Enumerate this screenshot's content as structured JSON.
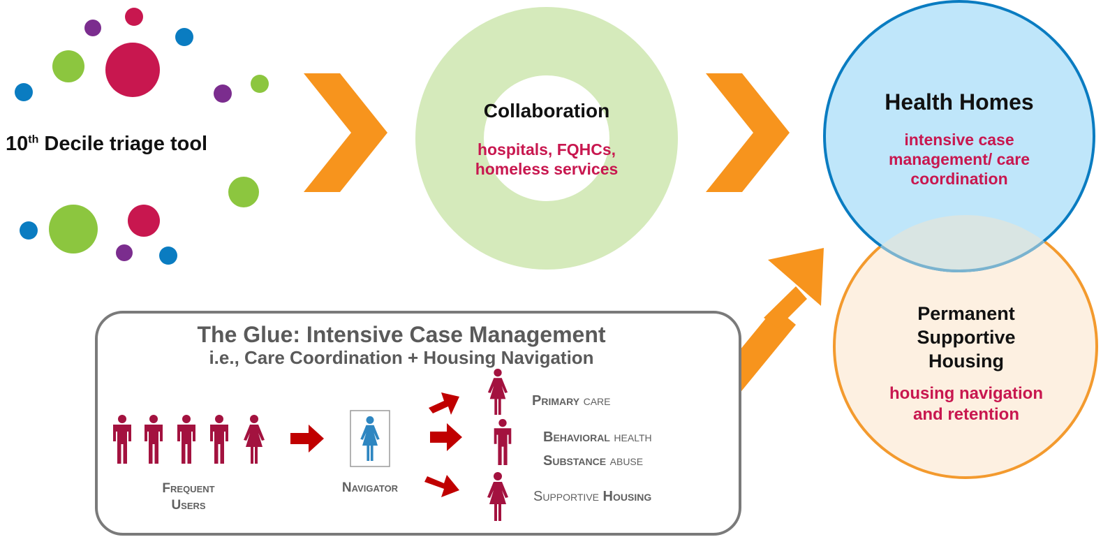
{
  "triage": {
    "label_main": "10",
    "label_sup": "th",
    "label_rest": " Decile triage tool"
  },
  "collaboration": {
    "title": "Collaboration",
    "line1": "hospitals, FQHCs,",
    "line2": "homeless services"
  },
  "health_homes": {
    "title": "Health Homes",
    "line1": "intensive case",
    "line2": "management/ care",
    "line3": "coordination"
  },
  "psh": {
    "title1": "Permanent",
    "title2": "Supportive",
    "title3": "Housing",
    "line1": "housing navigation",
    "line2": "and retention"
  },
  "glue": {
    "title": "The Glue: Intensive Case Management",
    "subtitle": "i.e., Care Coordination + Housing Navigation",
    "frequent_users_1": "Frequent",
    "frequent_users_2": "Users",
    "navigator": "Navigator",
    "primary_bold": "Primary",
    "primary_rest": " care",
    "behavioral_bold": "Behavioral",
    "behavioral_rest": " health",
    "substance_bold": "Substance",
    "substance_rest": " abuse",
    "supportive_rest": "Supportive ",
    "supportive_bold": "Housing"
  },
  "colors": {
    "orange": "#f7941d",
    "magenta": "#c8174f",
    "green": "#8cc63f",
    "purple": "#7b2d8e",
    "blue": "#0a7cc1",
    "person": "#a3123f",
    "navigator_person": "#2e86c1",
    "red_arrow": "#c00000"
  }
}
